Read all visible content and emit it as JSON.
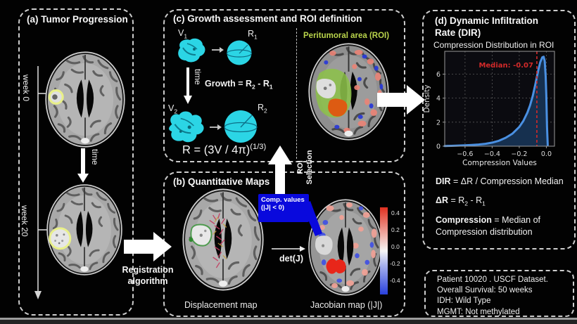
{
  "colors": {
    "tumor_cyan": "#2bd5e5",
    "roi_green_label": "#b9d44b",
    "callout_blue": "#0909dd",
    "median_red": "#d42a2a",
    "curve_blue": "#4a90e2",
    "colorbar_top_red": "#e03020",
    "colorbar_bottom_blue": "#2840dd"
  },
  "panel_a": {
    "title": "(a) Tumor Progression",
    "week0": "week 0",
    "week20": "week 20",
    "time_label": "time",
    "registration_line1": "Registration",
    "registration_line2": "algorithm"
  },
  "panel_c": {
    "title": "(c) Growth assessment and ROI definition",
    "v1": "V",
    "v1_sub": "1",
    "r1": "R",
    "r1_sub": "1",
    "v2": "V",
    "v2_sub": "2",
    "r2": "R",
    "r2_sub": "2",
    "time_label": "time",
    "growth": {
      "bold": "Growth",
      "t1": " = R",
      "s1": "2",
      "t2": " - R",
      "s2": "1"
    },
    "radius_formula": {
      "t1": "R  = (3V / 4π)",
      "sup": "(1/3)"
    },
    "peritumoral_label": "Peritumoral area (ROI)"
  },
  "panel_b": {
    "title": "(b) Quantitative Maps",
    "roi_selection_line1": "ROI",
    "roi_selection_line2": "Selection",
    "comp_callout": "Comp. values (|J| < 0)",
    "displacement_label": "Displacement map",
    "detj_label": "det(J)",
    "jacobian_label": "Jacobian map (|J|)",
    "colorbar_ticks": [
      "0.4",
      "0.2",
      "0.0",
      "-0.2",
      "-0.4"
    ]
  },
  "panel_d": {
    "title_line1": "(d) Dynamic Infiltration",
    "title_line2": "Rate  (DIR)",
    "subtitle": "Compression Distribution in ROI",
    "formulas": {
      "dir": {
        "bold": "DIR",
        "rest": " = ΔR / Compression Median"
      },
      "delta": {
        "bold": "ΔR",
        "t1": " = R",
        "s1": "2",
        "t2": " - R",
        "s2": "1"
      },
      "compression": {
        "bold": "Compression",
        "rest": " = Median of Compression distribution"
      }
    }
  },
  "patient_box": {
    "lines": [
      "Patient 10020 . USCF Dataset.",
      "Overall Survival: 50 weeks",
      "IDH: Wild Type",
      "MGMT: Not methylated"
    ]
  },
  "chart_data": {
    "type": "area",
    "title": "Compression Distribution in ROI",
    "xlabel": "Compression Values",
    "ylabel": "Density",
    "xlim": [
      -0.75,
      0.06
    ],
    "ylim": [
      0,
      7.9
    ],
    "xticks": [
      -0.6,
      -0.4,
      -0.2,
      0.0
    ],
    "xtick_labels": [
      "−0.6",
      "−0.4",
      "−0.2",
      "0.0"
    ],
    "yticks": [
      0,
      2,
      4,
      6
    ],
    "grid": true,
    "legend_position": "none",
    "median": -0.07,
    "median_label": "Median: -0.07",
    "colors": {
      "line": "#4a90e2",
      "fill": "#16304f",
      "median": "#d42a2a",
      "bg": "#0b0b10"
    },
    "x": [
      -0.75,
      -0.7,
      -0.65,
      -0.6,
      -0.55,
      -0.5,
      -0.45,
      -0.4,
      -0.35,
      -0.3,
      -0.25,
      -0.2,
      -0.17,
      -0.14,
      -0.12,
      -0.1,
      -0.08,
      -0.06,
      -0.045,
      -0.03,
      -0.02,
      -0.012,
      -0.005,
      0.0,
      0.005,
      0.01
    ],
    "y": [
      0.02,
      0.03,
      0.05,
      0.07,
      0.1,
      0.14,
      0.2,
      0.3,
      0.45,
      0.7,
      1.05,
      1.6,
      2.1,
      2.8,
      3.4,
      4.2,
      5.2,
      6.3,
      7.0,
      7.4,
      7.45,
      7.1,
      5.8,
      4.2,
      1.6,
      0.1
    ]
  }
}
